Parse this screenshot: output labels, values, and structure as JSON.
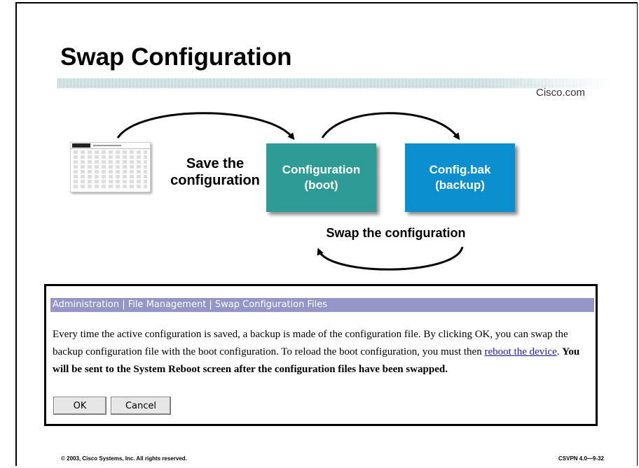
{
  "slide": {
    "title": "Swap Configuration",
    "brand": "Cisco.com",
    "save_label": "Save the configuration",
    "box_boot": {
      "line1": "Configuration",
      "line2": "(boot)"
    },
    "box_bak": {
      "line1": "Config.bak",
      "line2": "(backup)"
    },
    "swap_label": "Swap the configuration",
    "footer_left": "© 2003, Cisco Systems, Inc. All rights reserved.",
    "footer_right": "CSVPN 4.0—9-32"
  },
  "colors": {
    "boot_box": "#2e9b96",
    "backup_box": "#0c8fcf",
    "panel_header": "#9595c8"
  },
  "panel": {
    "header": "Administration | File Management | Swap Configuration Files",
    "body_text_1": "Every time the active configuration is saved, a backup is made of the configuration file. By clicking OK, you can swap the backup configuration file with the boot configuration. To reload the boot configuration, you must then ",
    "body_link": "reboot the device",
    "body_text_2": ". ",
    "body_bold": "You will be sent to the System Reboot screen after the configuration files have been swapped.",
    "ok_label": "OK",
    "cancel_label": "Cancel"
  }
}
